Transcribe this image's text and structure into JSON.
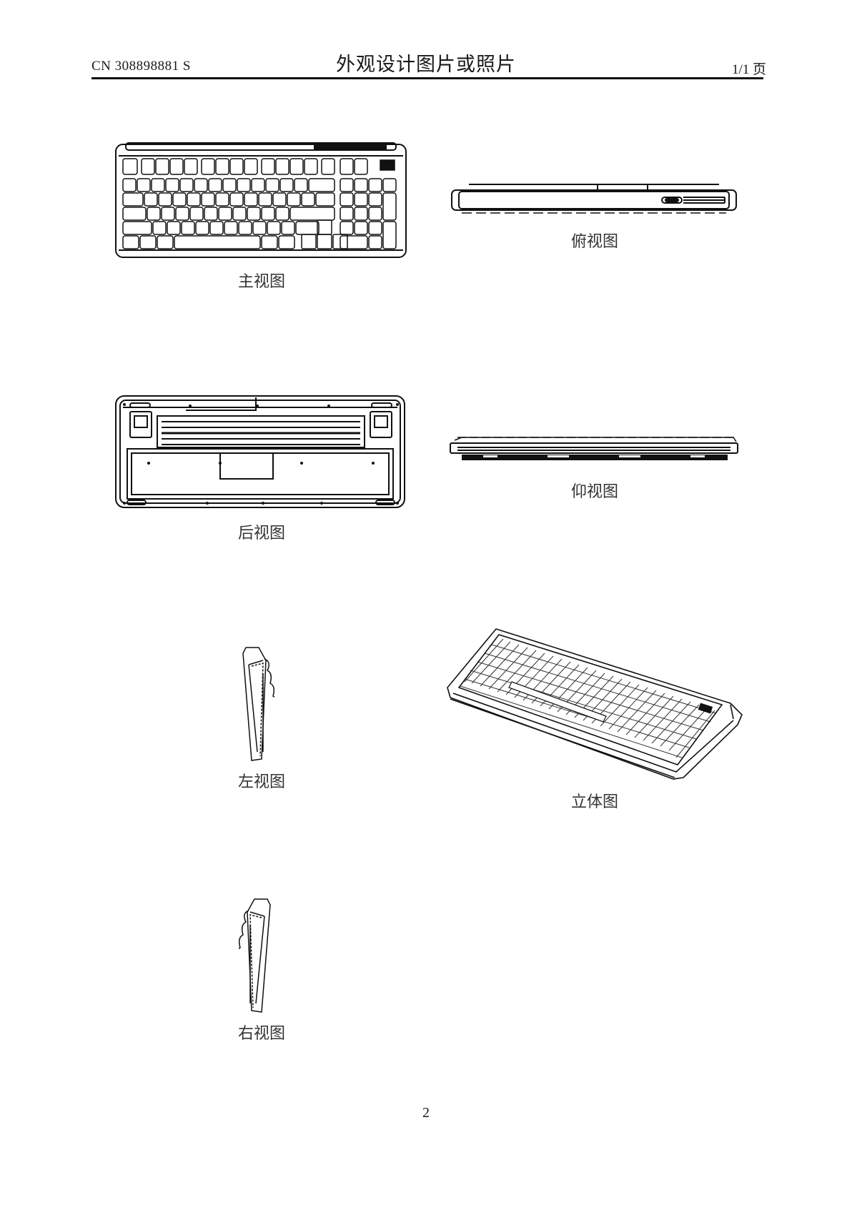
{
  "header": {
    "doc_number": "CN 308898881 S",
    "title": "外观设计图片或照片",
    "page_info": "1/1 页"
  },
  "figures": [
    {
      "id": "front",
      "caption": "主视图"
    },
    {
      "id": "top",
      "caption": "俯视图"
    },
    {
      "id": "rear",
      "caption": "后视图"
    },
    {
      "id": "bottom",
      "caption": "仰视图"
    },
    {
      "id": "left",
      "caption": "左视图"
    },
    {
      "id": "perspective",
      "caption": "立体图"
    },
    {
      "id": "right",
      "caption": "右视图"
    }
  ],
  "footer": {
    "page_number": "2"
  }
}
